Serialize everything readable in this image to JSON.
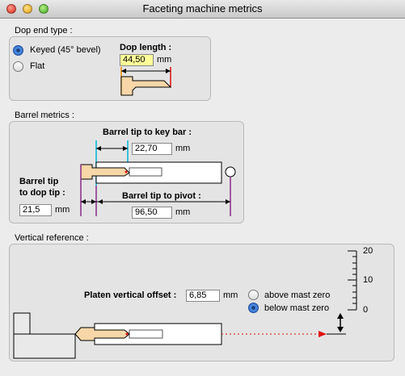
{
  "window": {
    "title": "Faceting machine metrics"
  },
  "dop_end": {
    "group_label": "Dop end type :",
    "options": [
      {
        "label": "Keyed (45° bevel)",
        "selected": true
      },
      {
        "label": "Flat",
        "selected": false
      }
    ],
    "dop_length_label": "Dop length :",
    "dop_length_value": "44,50",
    "unit": "mm"
  },
  "barrel": {
    "group_label": "Barrel metrics :",
    "tip_to_key_bar_label": "Barrel tip to key bar :",
    "tip_to_key_bar_value": "22,70",
    "tip_to_dop_tip_label_line1": "Barrel tip",
    "tip_to_dop_tip_label_line2": "to dop tip :",
    "tip_to_dop_tip_value": "21,5",
    "tip_to_pivot_label": "Barrel tip to pivot :",
    "tip_to_pivot_value": "96,50",
    "unit": "mm"
  },
  "vertical": {
    "group_label": "Vertical reference :",
    "platen_offset_label": "Platen vertical offset :",
    "platen_offset_value": "6,85",
    "unit": "mm",
    "options": [
      {
        "label": "above mast zero",
        "selected": false
      },
      {
        "label": "below mast zero",
        "selected": true
      }
    ],
    "scale_ticks": [
      "20",
      "10",
      "0"
    ]
  },
  "colors": {
    "wood": "#f7d7a8",
    "cyan_marker": "#00b4d8",
    "purple_marker": "#8a2b8a",
    "orange_marker": "#f08a00",
    "red_marker": "#e01010",
    "field_highlight": "#ffff99"
  }
}
